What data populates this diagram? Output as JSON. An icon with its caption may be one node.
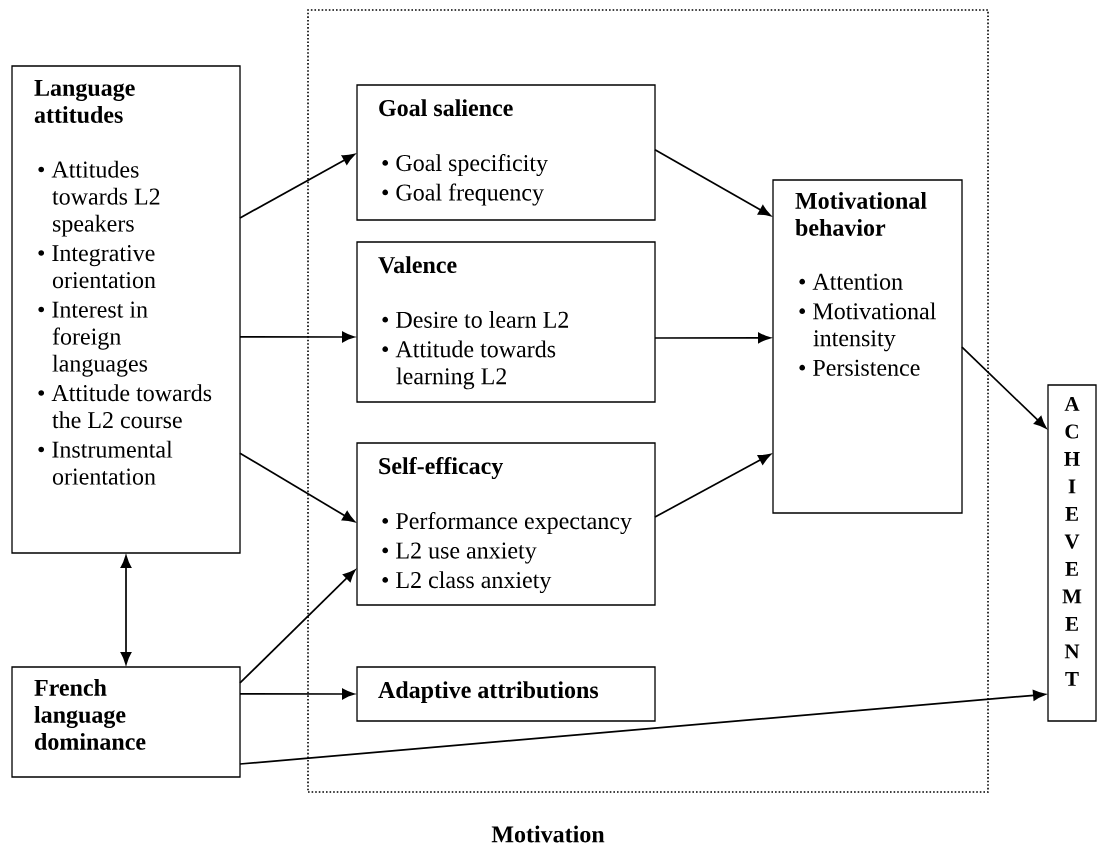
{
  "diagram": {
    "nodes": [
      {
        "text": [
          "Motivation"
        ]
      },
      {
        "text": [
          "Language attitudes",
          "• Attitudes towards L2 speakers",
          "• Integrative orientation",
          "• Interest in foreign languages",
          "• Attitude towards the L2 course",
          "• Instrumental orientation"
        ]
      },
      {
        "text": [
          "Goal salience",
          "• Goal specificity",
          "• Goal frequency"
        ],
        "in": 0
      },
      {
        "text": [
          "Valence",
          "• Desire to learn L2",
          "• Attitude towards learning L2"
        ],
        "in": 0
      },
      {
        "text": [
          "Self-efficacy",
          "• Performance expectancy",
          "• L2 use anxiety",
          "• L2 class anxiety"
        ],
        "in": 0
      },
      {
        "text": [
          "French language dominance"
        ]
      },
      {
        "text": [
          "Adaptive attributions"
        ],
        "in": 0
      },
      {
        "text": [
          "Motivational behavior",
          "• Attention",
          "• Motivational intensity",
          "• Persistence"
        ],
        "in": 0
      },
      {
        "text": [
          "ACHIEVEMENT"
        ]
      }
    ],
    "edges": [
      {
        "from": 1,
        "to": 2,
        "arrow": "to"
      },
      {
        "from": 1,
        "to": 3,
        "arrow": "to"
      },
      {
        "from": 1,
        "to": 4,
        "arrow": "to"
      },
      {
        "from": 5,
        "to": 4,
        "arrow": "to"
      },
      {
        "from": 5,
        "to": 6,
        "arrow": "to"
      },
      {
        "from": 1,
        "to": 5,
        "arrow": "both"
      },
      {
        "from": 2,
        "to": 7,
        "arrow": "to"
      },
      {
        "from": 3,
        "to": 7,
        "arrow": "to"
      },
      {
        "from": 4,
        "to": 7,
        "arrow": "to"
      },
      {
        "from": 7,
        "to": 8,
        "arrow": "to"
      },
      {
        "from": 5,
        "to": 8,
        "arrow": "to"
      }
    ]
  }
}
